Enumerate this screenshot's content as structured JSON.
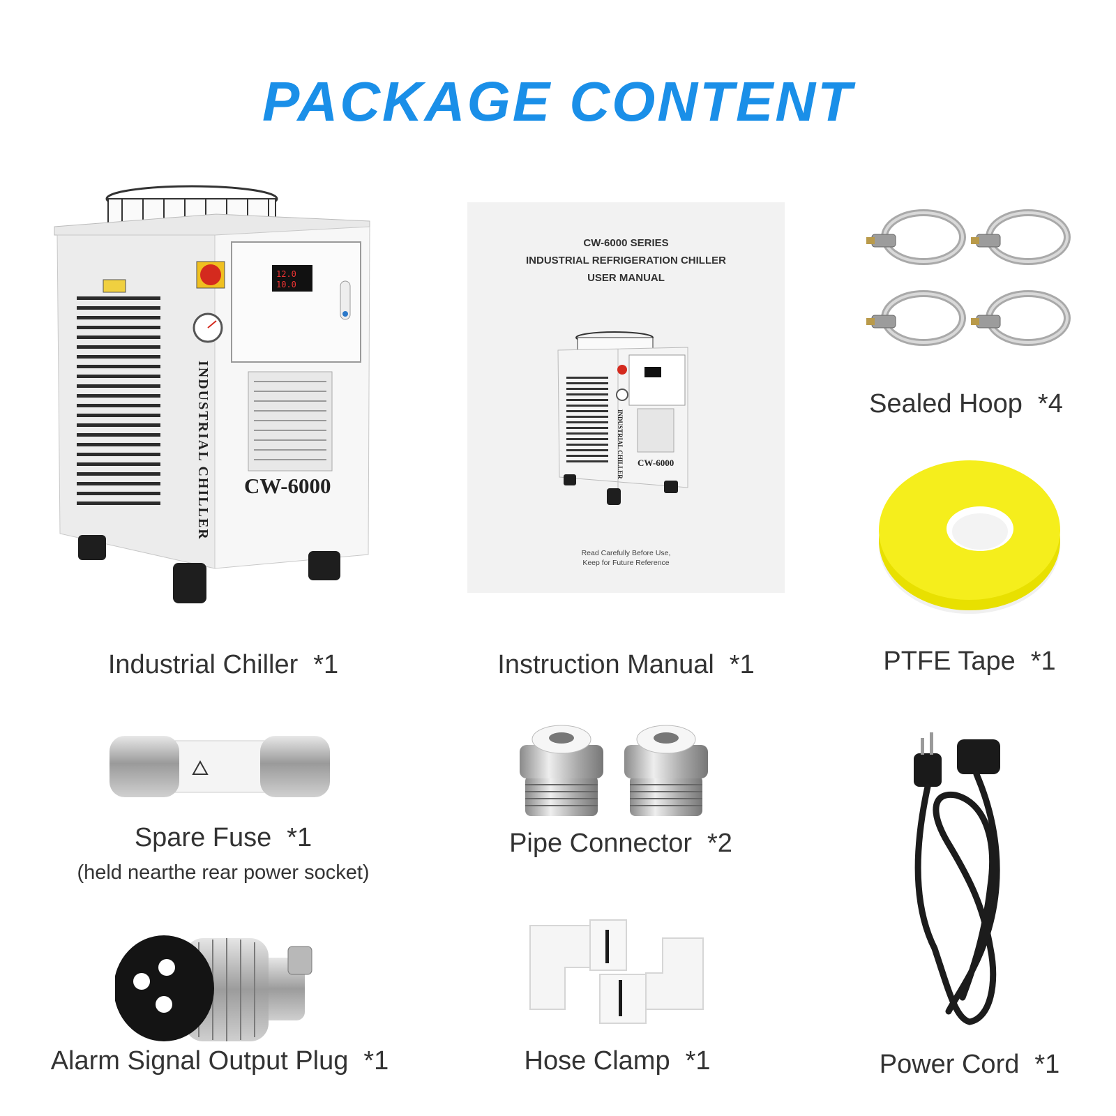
{
  "heading": "PACKAGE CONTENT",
  "items": {
    "chiller": {
      "name": "Industrial Chiller",
      "qty": "*1",
      "body_text": "INDUSTRIAL CHILLER",
      "model": "CW-6000"
    },
    "manual": {
      "name": "Instruction Manual",
      "qty": "*1",
      "cover_line1": "CW-6000 SERIES",
      "cover_line2": "INDUSTRIAL REFRIGERATION CHILLER",
      "cover_line3": "USER MANUAL",
      "cover_foot1": "Read Carefully Before Use,",
      "cover_foot2": "Keep for Future Reference",
      "cover_body_text": "INDUSTRIAL CHILLER",
      "cover_model": "CW-6000"
    },
    "hoop": {
      "name": "Sealed Hoop",
      "qty": "*4"
    },
    "tape": {
      "name": "PTFE Tape",
      "qty": "*1"
    },
    "fuse": {
      "name": "Spare Fuse",
      "qty": "*1",
      "note": "(held nearthe rear power socket)"
    },
    "connector": {
      "name": "Pipe Connector",
      "qty": "*2"
    },
    "cord": {
      "name": "Power Cord",
      "qty": "*1"
    },
    "plug": {
      "name": "Alarm Signal Output Plug",
      "qty": "*1"
    },
    "clamp": {
      "name": "Hose Clamp",
      "qty": "*1"
    }
  },
  "colors": {
    "heading": "#1a8fe8",
    "tape": "#f2ec1a",
    "body": "#f3f3f3"
  }
}
